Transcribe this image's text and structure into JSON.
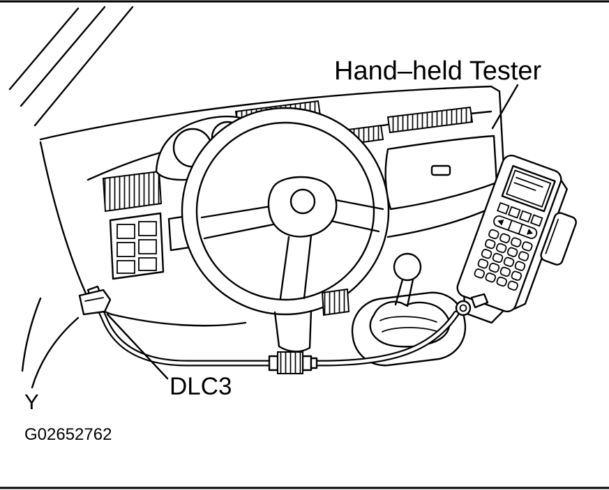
{
  "figure": {
    "background_color": "#ffffff",
    "line_color": "#000000",
    "description": "Line-art service manual diagram of a vehicle dashboard with a hand-held tester connected by cable to the DLC3 connector",
    "labels": {
      "tester_label": "Hand–held Tester",
      "connector_label": "DLC3",
      "view_label": "Y",
      "figure_id": "G02652762"
    },
    "parts": [
      "a-pillar",
      "windshield-base",
      "dashboard",
      "defroster-vents",
      "instrument-cluster",
      "steering-wheel",
      "side-vent",
      "switch-panel",
      "glove-box",
      "shift-lever",
      "center-console",
      "hand-held-tester",
      "diagnostic-cable",
      "inline-cable-connector",
      "dlc3-connector"
    ]
  }
}
